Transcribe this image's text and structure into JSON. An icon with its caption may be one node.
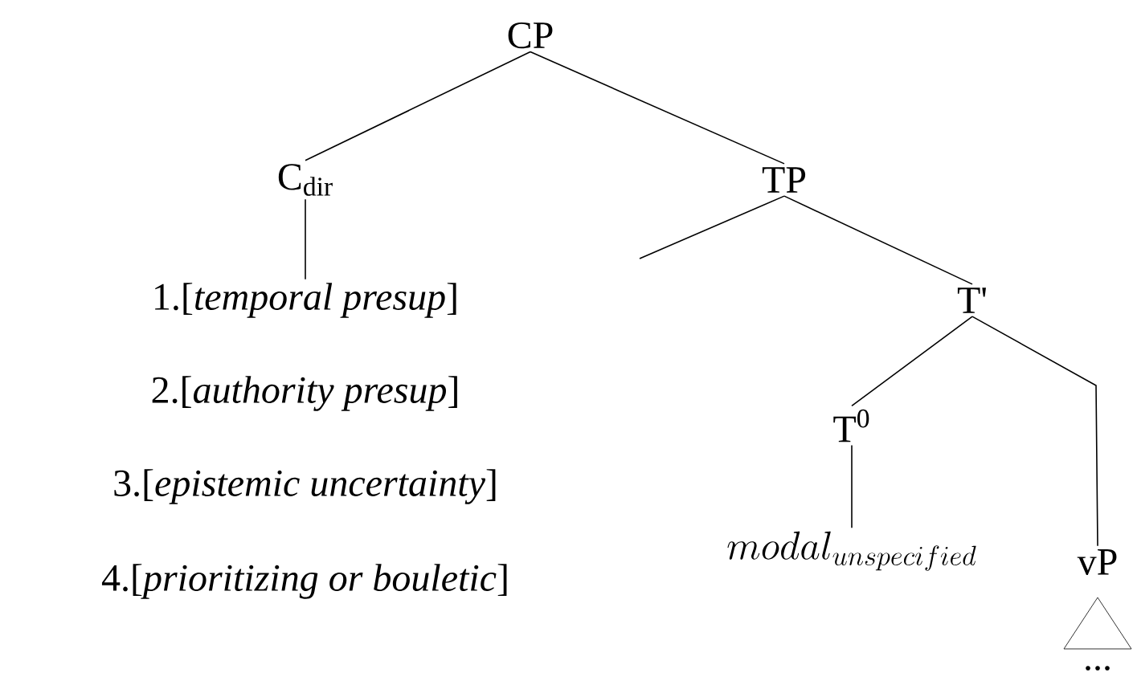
{
  "diagram": {
    "nodes": [
      {
        "text": [
          "CP"
        ]
      },
      {
        "text": [
          "C$_{dir}$"
        ]
      },
      {
        "text": [
          "TP"
        ]
      },
      {
        "text": [
          "1.[*temporal presup*]"
        ]
      },
      {
        "text": [
          "T'"
        ]
      },
      {
        "text": [
          "T$^{0}$"
        ]
      },
      {
        "text": [
          "modal_{unspecified}"
        ]
      },
      {
        "text": [
          "vP"
        ]
      },
      {
        "text": [
          "..."
        ]
      }
    ],
    "edges": [
      {
        "from": 0,
        "to": 1,
        "arrow": "none"
      },
      {
        "from": 0,
        "to": 2,
        "arrow": "none"
      },
      {
        "from": 1,
        "to": 3,
        "arrow": "none"
      },
      {
        "from": 2,
        "to": null,
        "arrow": "none"
      },
      {
        "from": 2,
        "to": 4,
        "arrow": "none"
      },
      {
        "from": 4,
        "to": 5,
        "arrow": "none"
      },
      {
        "from": 4,
        "to": 7,
        "arrow": "none"
      },
      {
        "from": 5,
        "to": 6,
        "arrow": "none"
      }
    ],
    "labels": [
      "2.[*authority presup*]",
      "3.[*epistemic uncertainty*]",
      "4.[*prioritizing or bouletic*]"
    ]
  }
}
